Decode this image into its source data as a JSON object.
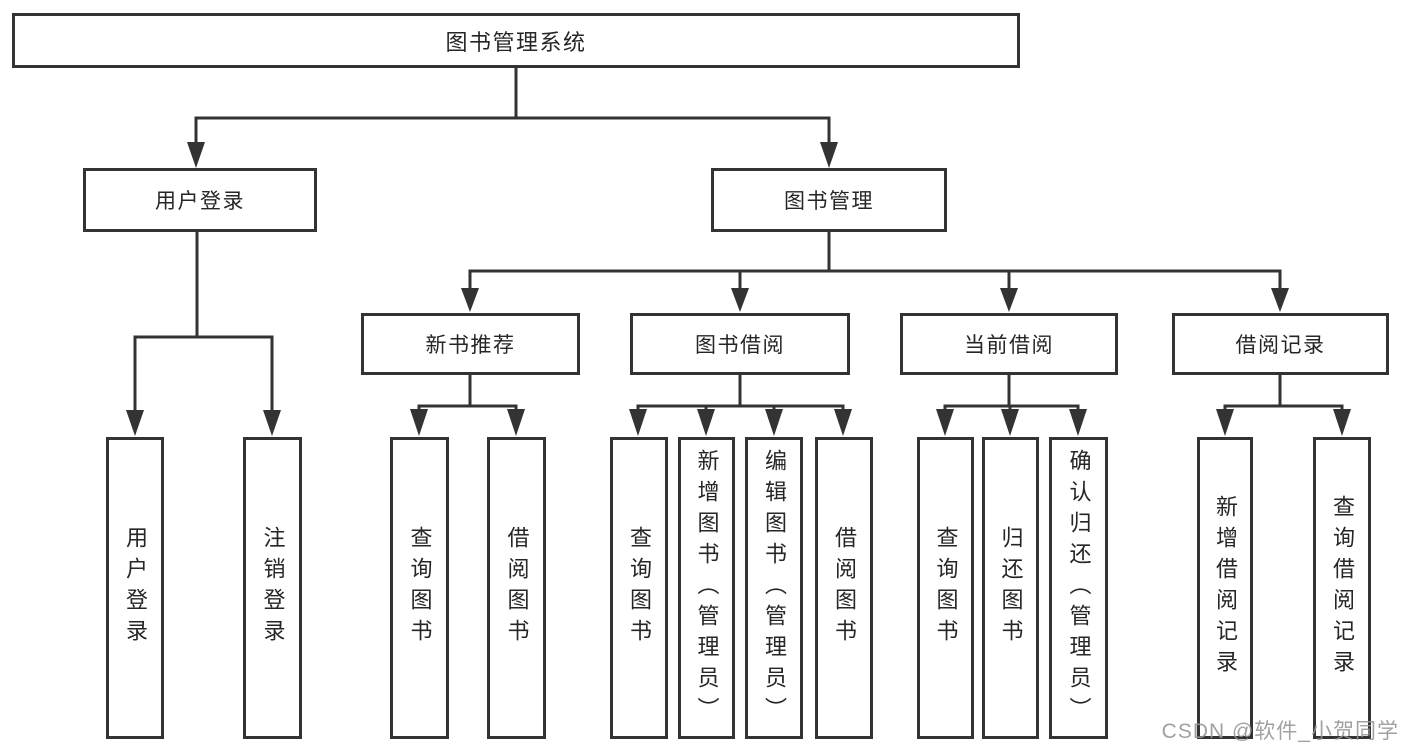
{
  "diagram": {
    "root": {
      "label": "图书管理系统"
    },
    "branches": [
      {
        "label": "用户登录",
        "children": [
          {
            "label": "用户登录"
          },
          {
            "label": "注销登录"
          }
        ]
      },
      {
        "label": "图书管理",
        "children": [
          {
            "label": "新书推荐",
            "children": [
              {
                "label": "查询图书"
              },
              {
                "label": "借阅图书"
              }
            ]
          },
          {
            "label": "图书借阅",
            "children": [
              {
                "label": "查询图书"
              },
              {
                "label": "新增图书（管理员）"
              },
              {
                "label": "编辑图书（管理员）"
              },
              {
                "label": "借阅图书"
              }
            ]
          },
          {
            "label": "当前借阅",
            "children": [
              {
                "label": "查询图书"
              },
              {
                "label": "归还图书"
              },
              {
                "label": "确认归还（管理员）"
              }
            ]
          },
          {
            "label": "借阅记录",
            "children": [
              {
                "label": "新增借阅记录"
              },
              {
                "label": "查询借阅记录"
              }
            ]
          }
        ]
      }
    ]
  },
  "watermark": {
    "text": "CSDN @软件_小贺同学"
  },
  "colors": {
    "line": "#333333",
    "text": "#262626",
    "box_background": "#ffffff",
    "watermark": "#949496"
  }
}
